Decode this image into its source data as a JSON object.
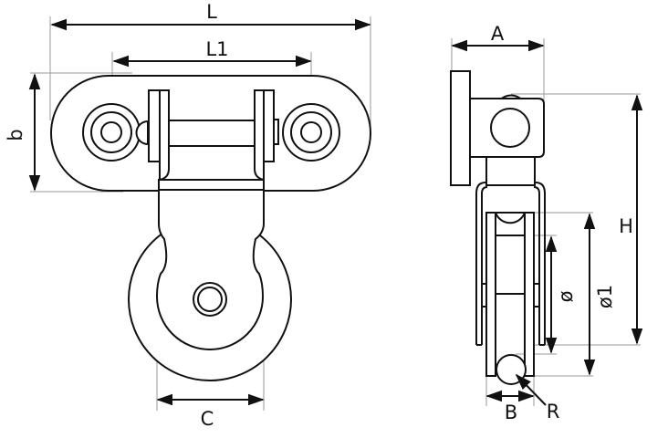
{
  "drawing": {
    "front_view": {
      "dimensions": {
        "overall_length": "L",
        "hole_spacing": "L1",
        "plate_width": "b",
        "sheave_cheek_width": "C"
      }
    },
    "side_view": {
      "dimensions": {
        "projection": "A",
        "height": "H",
        "sheave_inner_diameter": "ø",
        "sheave_outer_diameter": "ø1",
        "sheave_width": "B",
        "groove_radius": "R"
      }
    }
  }
}
